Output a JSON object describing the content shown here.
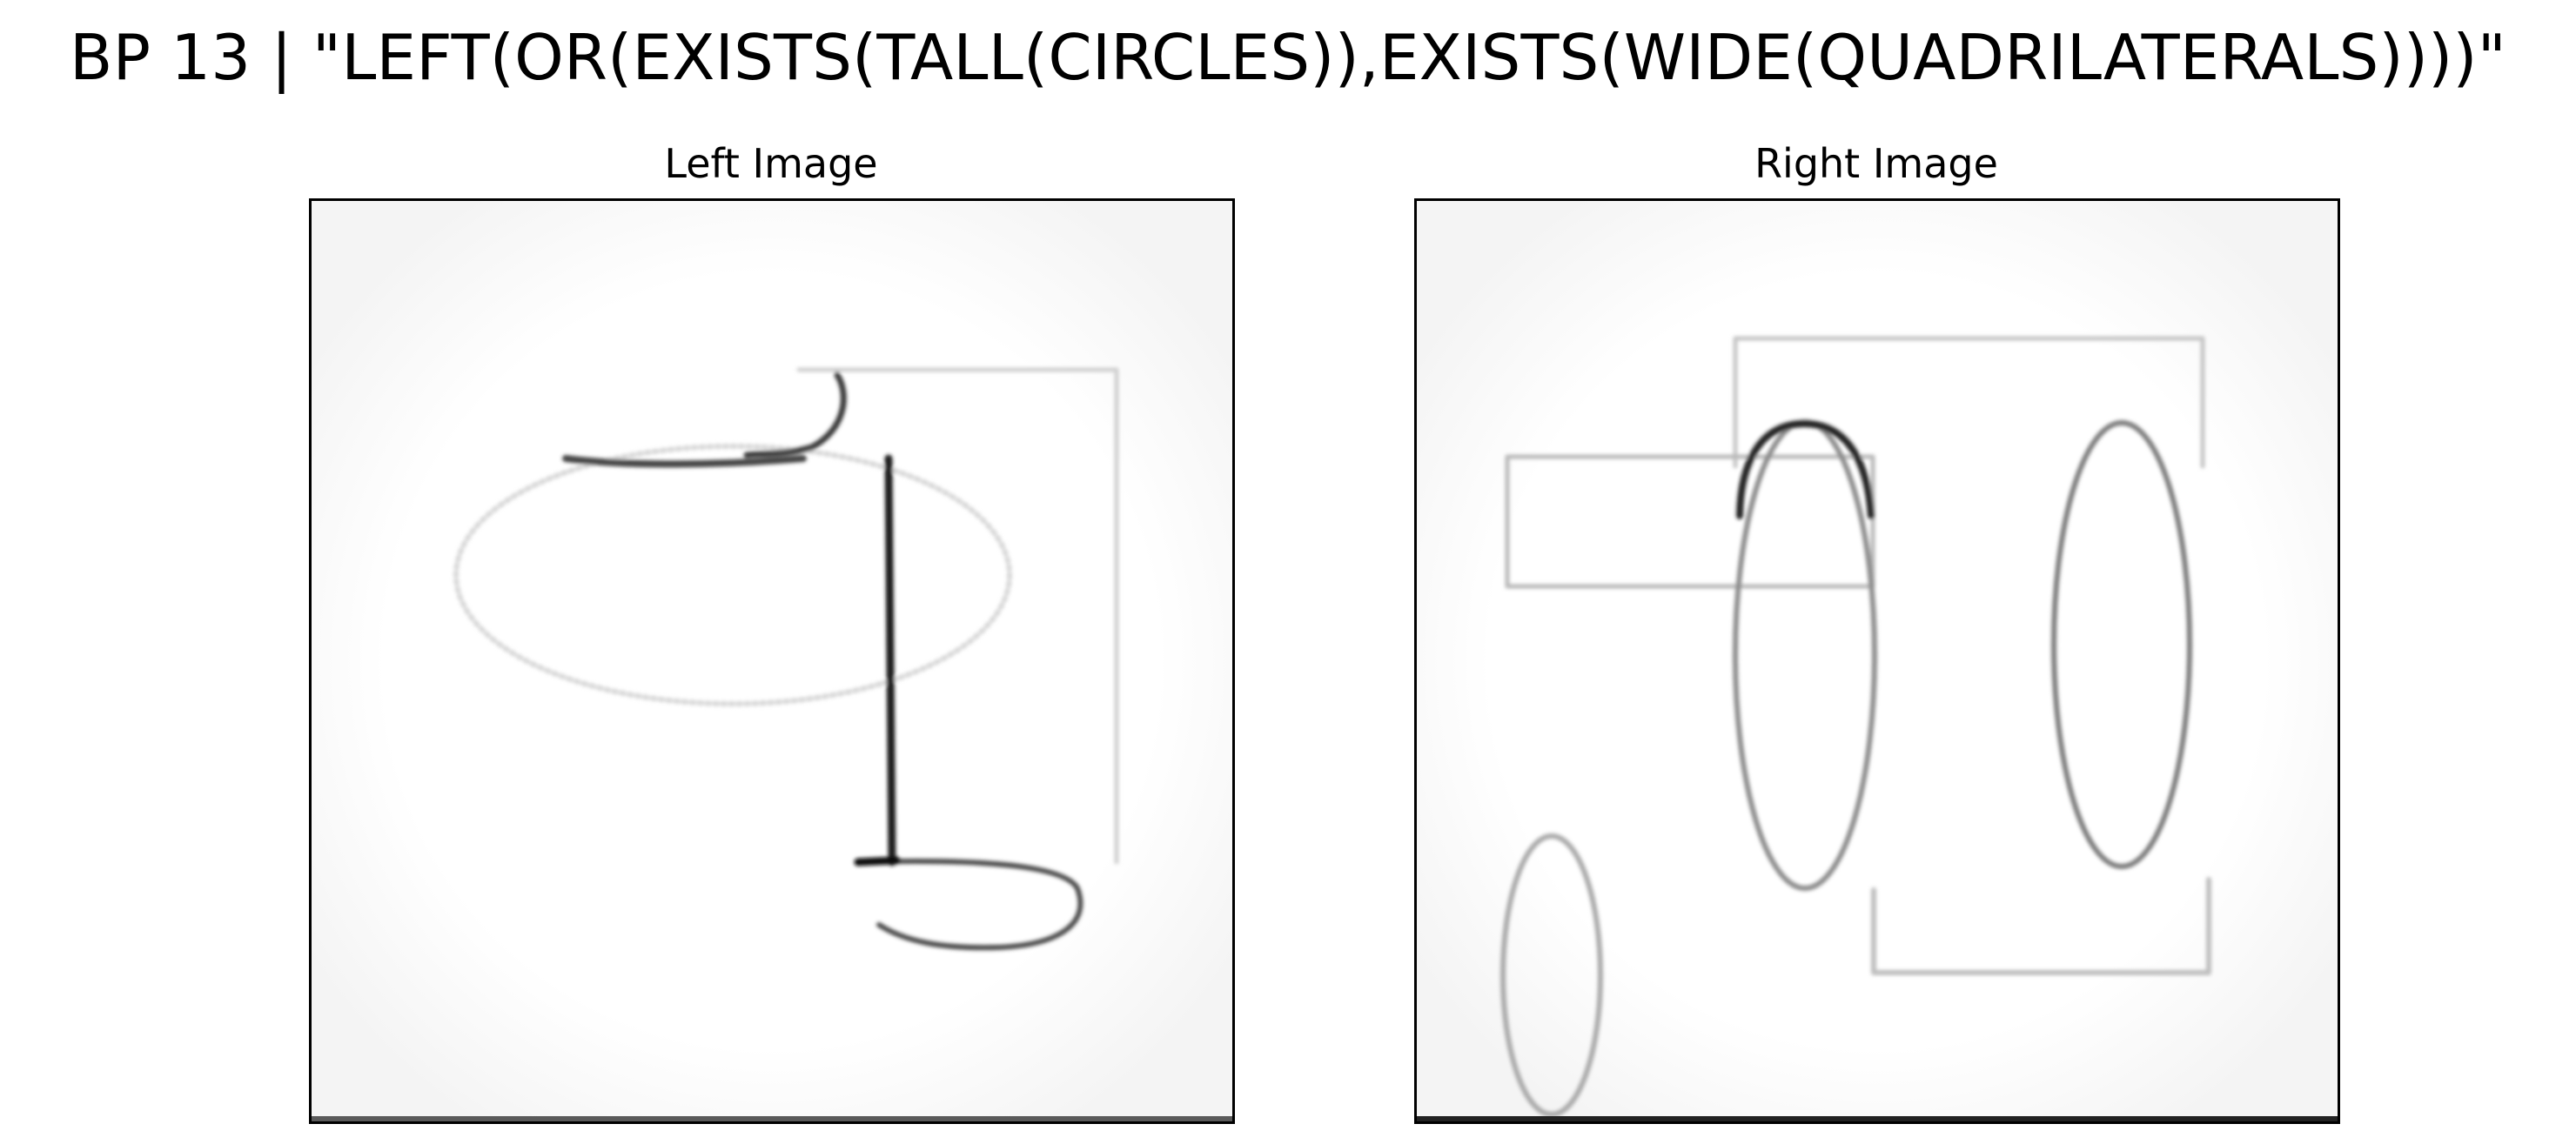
{
  "figure": {
    "title": "BP 13 | \"LEFT(OR(EXISTS(TALL(CIRCLES)),EXISTS(WIDE(QUADRILATERALS))))\""
  },
  "panels": [
    {
      "title": "Left Image"
    },
    {
      "title": "Right Image"
    }
  ],
  "colors": {
    "ink": "#000000",
    "faint_ink": "#bdbdbd",
    "background": "#ffffff"
  }
}
